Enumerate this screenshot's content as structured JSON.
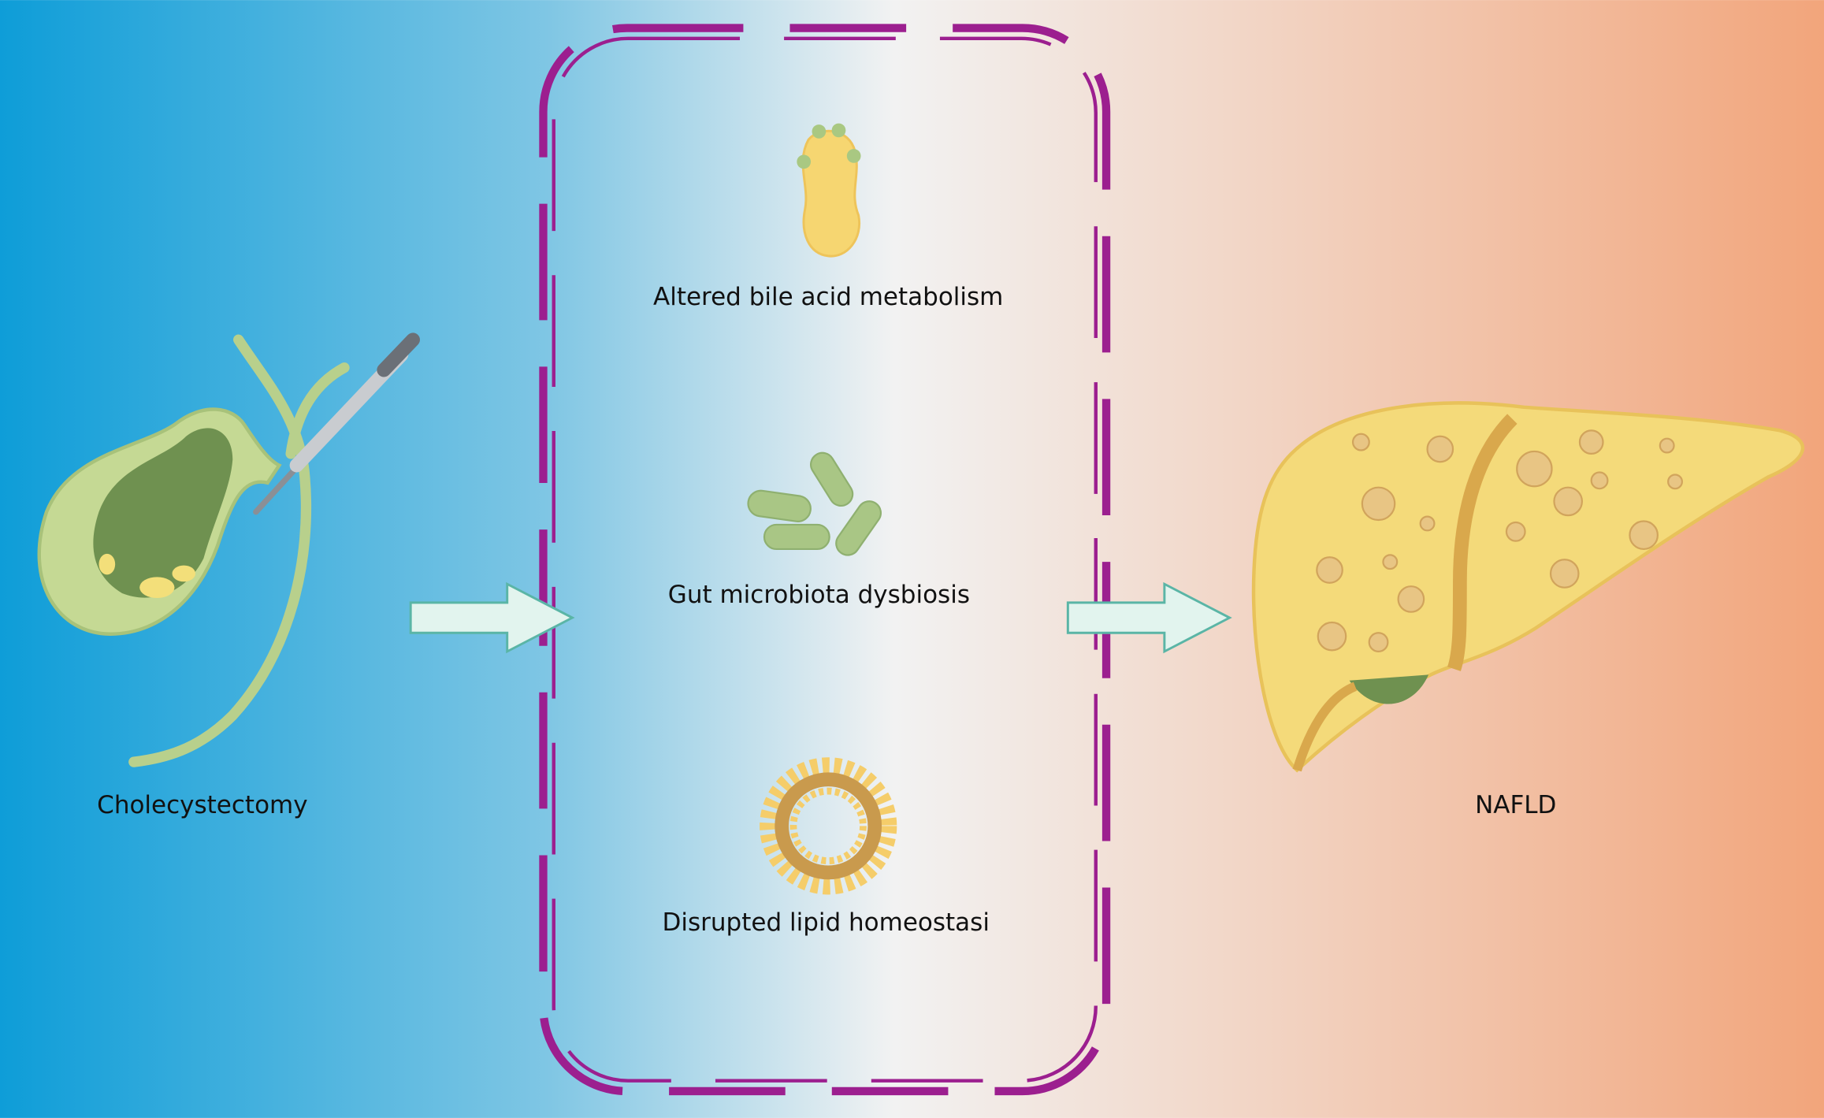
{
  "colors": {
    "gradient_left": "#0e9dd8",
    "gradient_mid": "#f2f2f2",
    "gradient_right": "#f2a57b",
    "frame": "#9c1f8f",
    "arrow_fill": "#e2f4ee",
    "arrow_stroke": "#5ab5a6"
  },
  "left": {
    "label": "Cholecystectomy",
    "icon": "gallbladder-scalpel-icon"
  },
  "mechanisms": [
    {
      "label": "Altered bile acid metabolism",
      "icon": "bile-acid-icon"
    },
    {
      "label": "Gut microbiota dysbiosis",
      "icon": "bacteria-icon"
    },
    {
      "label": "Disrupted lipid homeostasi",
      "icon": "lipid-micelle-icon"
    }
  ],
  "right": {
    "label": "NAFLD",
    "icon": "fatty-liver-icon"
  }
}
